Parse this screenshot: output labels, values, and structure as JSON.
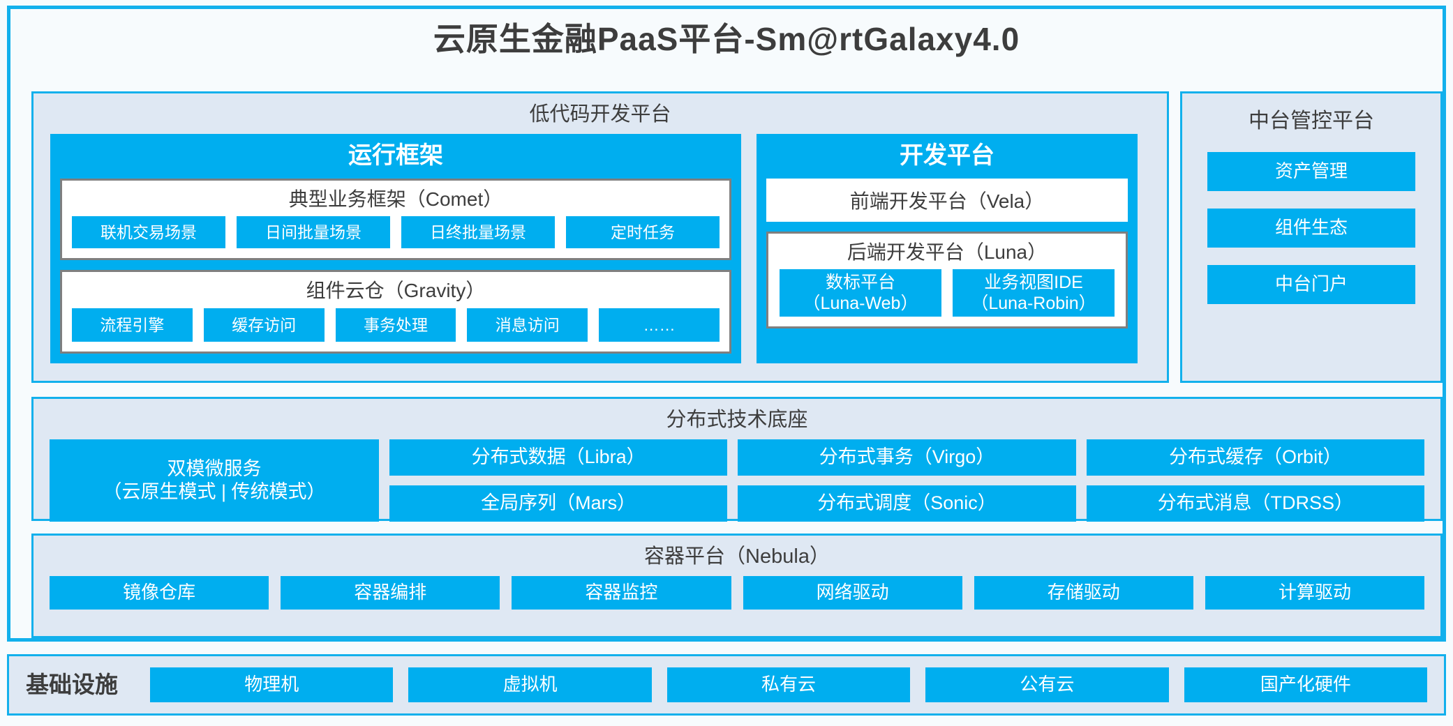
{
  "title": "云原生金融PaaS平台-Sm@rtGalaxy4.0",
  "colors": {
    "accent_blue": "#00aeef",
    "frame_blue": "#12b0ec",
    "panel_bg": "#dfe8f3",
    "page_bg": "#f7fbfd",
    "sub_border": "#7f7f7f",
    "text_dark": "#3d3d3d",
    "text_light": "#ffffff"
  },
  "lowcode": {
    "title": "低代码开发平台",
    "runtime": {
      "title": "运行框架",
      "comet": {
        "title": "典型业务框架（Comet）",
        "items": [
          "联机交易场景",
          "日间批量场景",
          "日终批量场景",
          "定时任务"
        ]
      },
      "gravity": {
        "title": "组件云仓（Gravity）",
        "items": [
          "流程引擎",
          "缓存访问",
          "事务处理",
          "消息访问",
          "……"
        ]
      }
    },
    "devplatform": {
      "title": "开发平台",
      "vela": "前端开发平台（Vela）",
      "luna": {
        "title": "后端开发平台（Luna）",
        "items": [
          {
            "line1": "数标平台",
            "line2": "（Luna-Web）"
          },
          {
            "line1": "业务视图IDE",
            "line2": "（Luna-Robin）"
          }
        ]
      }
    }
  },
  "control_platform": {
    "title": "中台管控平台",
    "items": [
      "资产管理",
      "组件生态",
      "中台门户"
    ]
  },
  "foundation": {
    "title": "分布式技术底座",
    "dualmode": {
      "line1": "双模微服务",
      "line2": "（云原生模式 | 传统模式）"
    },
    "columns": [
      [
        "分布式数据（Libra）",
        "全局序列（Mars）"
      ],
      [
        "分布式事务（Virgo）",
        "分布式调度（Sonic）"
      ],
      [
        "分布式缓存（Orbit）",
        "分布式消息（TDRSS）"
      ]
    ]
  },
  "container": {
    "title": "容器平台（Nebula）",
    "items": [
      "镜像仓库",
      "容器编排",
      "容器监控",
      "网络驱动",
      "存储驱动",
      "计算驱动"
    ]
  },
  "infrastructure": {
    "label": "基础设施",
    "items": [
      "物理机",
      "虚拟机",
      "私有云",
      "公有云",
      "国产化硬件"
    ]
  }
}
